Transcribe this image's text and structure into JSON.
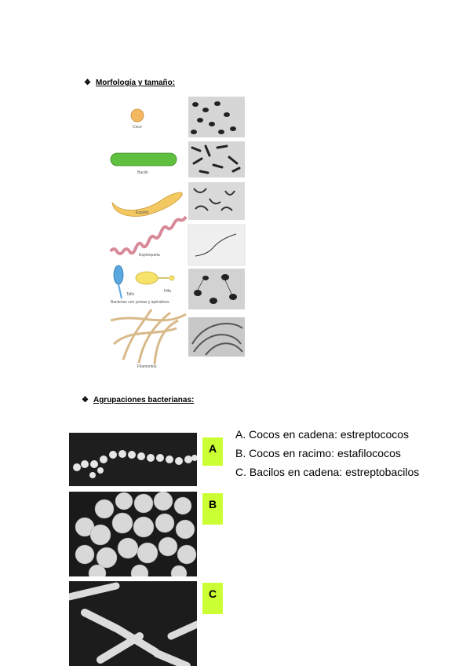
{
  "section1": {
    "bullet": "❖",
    "title": "Morfología y tamaño:"
  },
  "morphology": {
    "labels": [
      "Coco",
      "Bacilo",
      "Espirilo",
      "Espiroqueta",
      "Tallo",
      "Hifa",
      "Bacterias con yemas y apéndices",
      "Filamentos"
    ]
  },
  "section2": {
    "bullet": "❖",
    "title": "Agrupaciones bacterianas:"
  },
  "panels": [
    {
      "tag": "A"
    },
    {
      "tag": "B"
    },
    {
      "tag": "C"
    }
  ],
  "descriptions": [
    "A. Cocos en cadena: estreptococos",
    "B. Cocos en racimo: estafilococos",
    "C. Bacilos en cadena: estreptobacilos"
  ],
  "colors": {
    "tag_bg": "#ccff33",
    "coco": "#f4b860",
    "bacilo": "#5fbf3f",
    "espiroqueta": "#d98a9a",
    "yema": "#5aa7e0",
    "filamento": "#d8b98a"
  }
}
